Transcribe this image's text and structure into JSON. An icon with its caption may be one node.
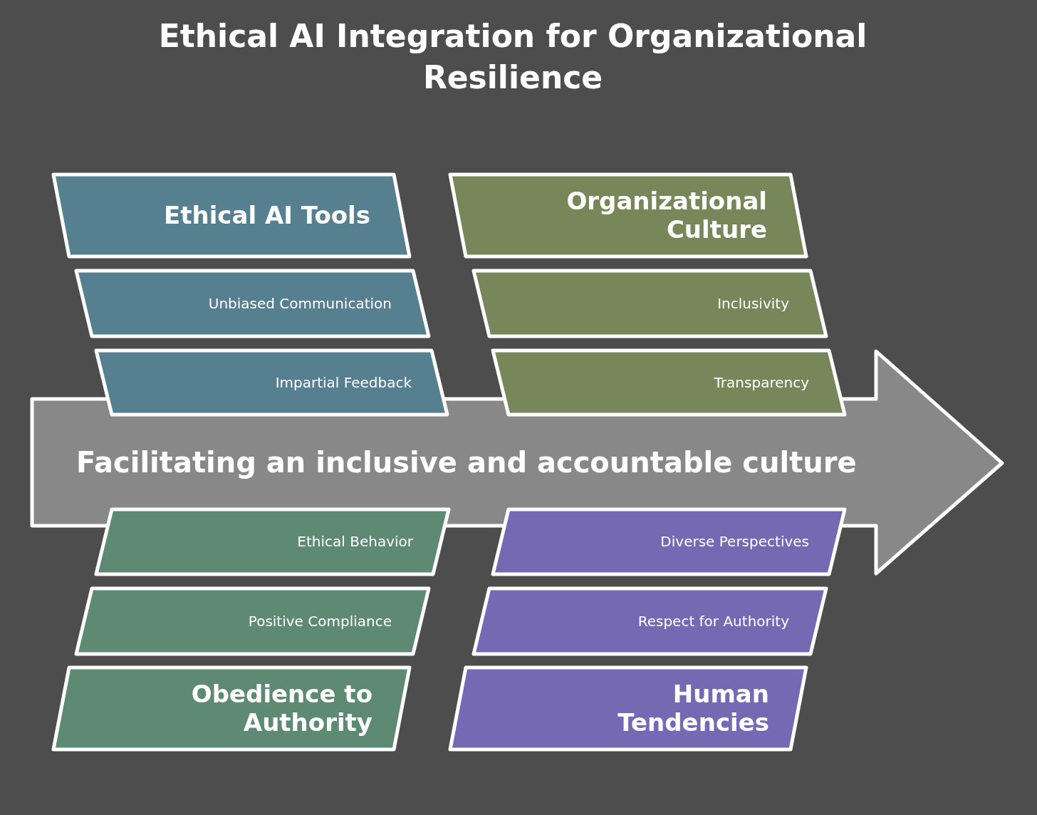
{
  "diagram": {
    "title": "Ethical AI Integration for Organizational Resilience",
    "nodes": [
      {
        "text": [
          "Ethical AI Tools"
        ]
      },
      {
        "text": [
          "Organizational Culture"
        ]
      },
      {
        "text": [
          "Unbiased Communication"
        ]
      },
      {
        "text": [
          "Inclusivity"
        ]
      },
      {
        "text": [
          "Impartial Feedback"
        ]
      },
      {
        "text": [
          "Transparency"
        ]
      },
      {
        "text": [
          "Facilitating an inclusive and accountable culture"
        ]
      },
      {
        "text": [
          "Ethical Behavior"
        ]
      },
      {
        "text": [
          "Diverse Perspectives"
        ]
      },
      {
        "text": [
          "Positive Compliance"
        ]
      },
      {
        "text": [
          "Respect for Authority"
        ]
      },
      {
        "text": [
          "Obedience to Authority"
        ]
      },
      {
        "text": [
          "Human Tendencies"
        ]
      }
    ]
  }
}
